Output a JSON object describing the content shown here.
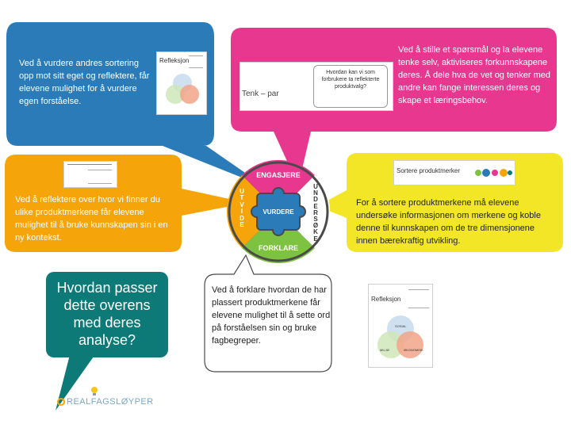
{
  "colors": {
    "blue": "#2a7bb8",
    "pink": "#e8378f",
    "orange": "#f5a50a",
    "yellow": "#f2e627",
    "teal": "#0e7a78",
    "green": "#7dc241",
    "purple": "#6a4c9c"
  },
  "blue_bubble": {
    "text": "Ved å vurdere andres sortering opp mot sitt eget og reflektere, får elevene mulighet for å vurdere egen forståelse.",
    "thumb_title": "Refleksjon"
  },
  "pink_bubble": {
    "text": "Ved å stille et spørsmål og la elevene tenke selv, aktiviseres forkunnskapene deres. Å dele hva de vet og tenker med andre kan fange interessen deres og skape et læringsbehov.",
    "thumb_left": "Tenk – par",
    "thumb_question": "Hvordan kan vi som forbrukere ta reflekterte produktvalg?"
  },
  "orange_bubble": {
    "text": "Ved å reflektere over hvor vi finner du ulike produktmerkene får elevene mulighet til å bruke kunnskapen sin i en ny kontekst."
  },
  "yellow_bubble": {
    "text": "For å sortere produktmerkene må elevene undersøke informasjonen om merkene og koble denne til kunnskapen om de tre dimensjonene innen bærekraftig utvikling.",
    "thumb_title": "Sortere produktmerker"
  },
  "teal_box": {
    "text": "Hvordan passer dette overens med deres analyse?"
  },
  "white_bubble": {
    "text": "Ved å forklare hvordan de har plassert produktmerkene får elevene mulighet til å sette ord på forståelsen sin og bruke fagbegreper.",
    "thumb_title": "Refleksjon"
  },
  "venn": {
    "social": "SOSIAL",
    "economic": "ØKONOMISK",
    "environment": "MILJØ"
  },
  "wheel": {
    "top": "ENGASJERE",
    "right": "UNDERSØKE",
    "bottom": "FORKLARE",
    "left": "UTVIDE",
    "center": "VURDERE"
  },
  "logo": {
    "text": "REALFAGSLØYPER"
  }
}
